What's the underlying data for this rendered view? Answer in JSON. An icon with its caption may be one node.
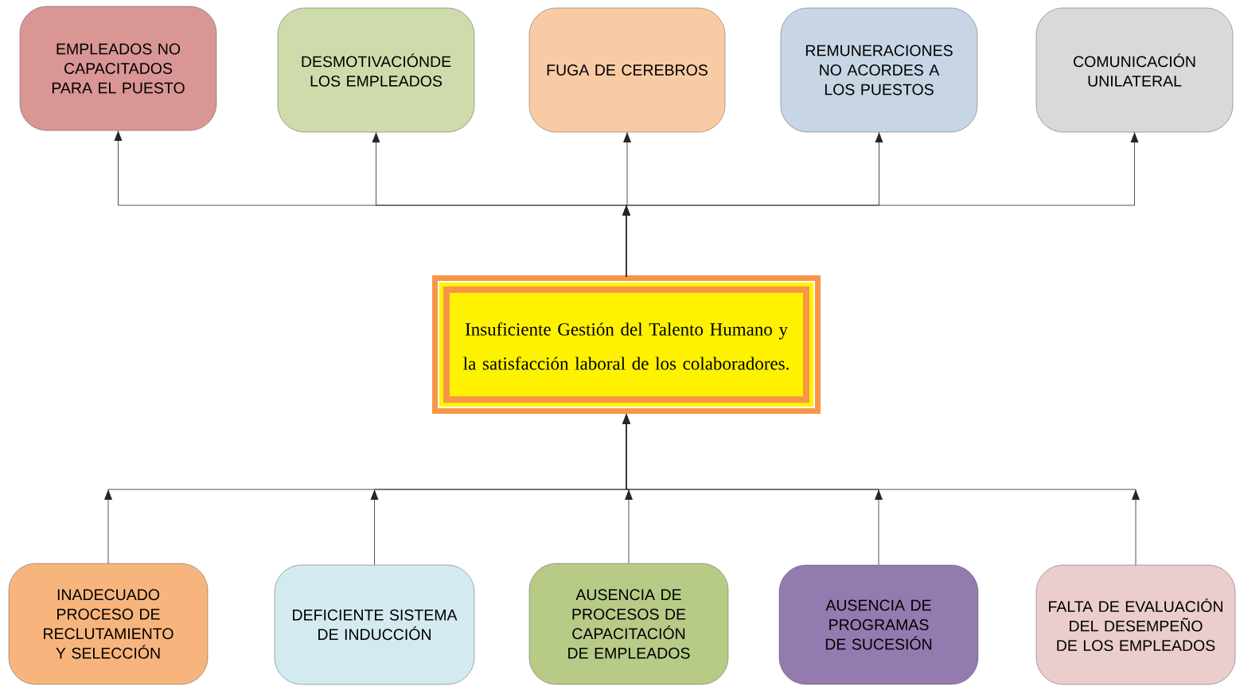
{
  "diagram": {
    "nodes": [
      {
        "text": [
          "EMPLEADOS NO CAPACITADOS PARA EL PUESTO"
        ]
      },
      {
        "text": [
          "DESMOTIVACIÓNDE LOS EMPLEADOS"
        ]
      },
      {
        "text": [
          "FUGA DE CEREBROS"
        ]
      },
      {
        "text": [
          "REMUNERACIONES NO ACORDES A LOS PUESTOS"
        ]
      },
      {
        "text": [
          "COMUNICACIÓN UNILATERAL"
        ]
      },
      {
        "text": [
          "Insuficiente Gestión del Talento Humano y la satisfacción laboral de los colaboradores."
        ]
      },
      {
        "text": [
          "INADECUADO PROCESO DE RECLUTAMIENTO Y SELECCIÓN"
        ]
      },
      {
        "text": [
          "DEFICIENTE SISTEMA DE INDUCCIÓN"
        ]
      },
      {
        "text": [
          "AUSENCIA DE PROCESOS DE CAPACITACIÓN DE EMPLEADOS"
        ]
      },
      {
        "text": [
          "AUSENCIA DE PROGRAMAS DE SUCESIÓN"
        ]
      },
      {
        "text": [
          "FALTA DE EVALUACIÓN DEL DESEMPEÑO DE LOS EMPLEADOS"
        ]
      }
    ],
    "edges": [
      {
        "from": 6,
        "to": 5,
        "arrow": "to"
      },
      {
        "from": 7,
        "to": 5,
        "arrow": "to"
      },
      {
        "from": 8,
        "to": 5,
        "arrow": "to"
      },
      {
        "from": 9,
        "to": 5,
        "arrow": "to"
      },
      {
        "from": 10,
        "to": 5,
        "arrow": "to"
      },
      {
        "from": 5,
        "to": 0,
        "arrow": "to"
      },
      {
        "from": 5,
        "to": 1,
        "arrow": "to"
      },
      {
        "from": 5,
        "to": 2,
        "arrow": "to"
      },
      {
        "from": 5,
        "to": 3,
        "arrow": "to"
      },
      {
        "from": 5,
        "to": 4,
        "arrow": "to"
      }
    ]
  }
}
